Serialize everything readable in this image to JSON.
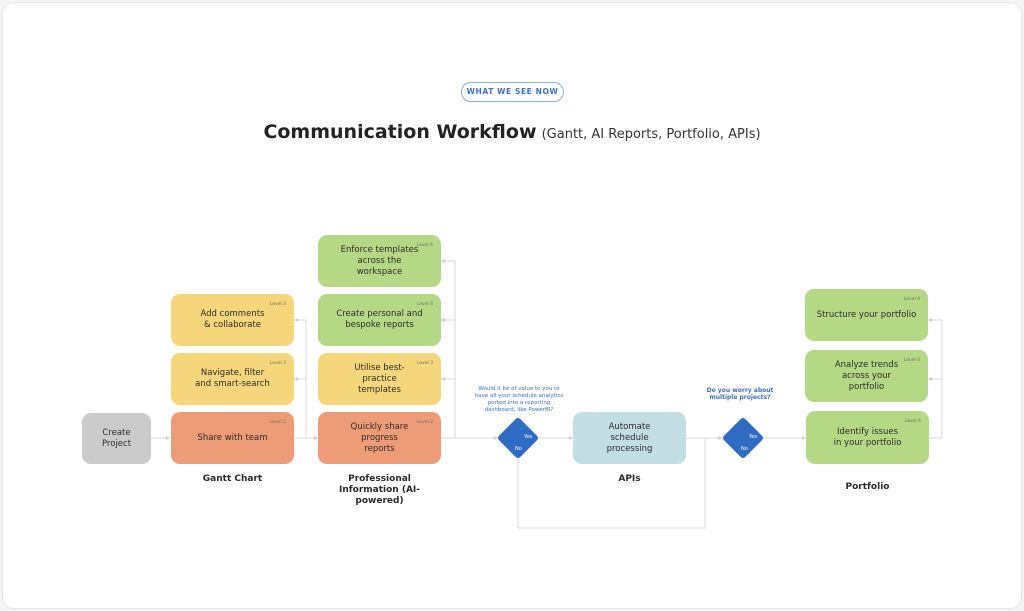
{
  "badge": "WHAT WE SEE NOW",
  "title": {
    "main": "Communication Workflow",
    "sub": "(Gantt, AI Reports, Portfolio, APIs)"
  },
  "start": {
    "label": "Create Project"
  },
  "columns": {
    "gantt": {
      "heading": "Gantt Chart",
      "items": [
        {
          "label": "Add comments & collaborate",
          "level": "Level 3",
          "color": "#f5d67b"
        },
        {
          "label": "Navigate, filter and smart-search",
          "level": "Level 3",
          "color": "#f5d67b"
        },
        {
          "label": "Share with team",
          "level": "Level 2",
          "color": "#ee9c78"
        }
      ]
    },
    "professional": {
      "heading": "Professional Information (AI-powered)",
      "items": [
        {
          "label": "Enforce templates across the workspace",
          "level": "Level 4",
          "color": "#b5d885"
        },
        {
          "label": "Create personal and bespoke reports",
          "level": "Level 4",
          "color": "#b5d885"
        },
        {
          "label": "Utilise best-practice templates",
          "level": "Level 3",
          "color": "#f5d67b"
        },
        {
          "label": "Quickly share progress reports",
          "level": "Level 2",
          "color": "#ee9c78"
        }
      ]
    },
    "apis": {
      "heading": "APIs",
      "items": [
        {
          "label": "Automate schedule processing"
        }
      ]
    },
    "portfolio": {
      "heading": "Portfolio",
      "items": [
        {
          "label": "Structure your portfolio",
          "level": "Level 4",
          "color": "#b5d885"
        },
        {
          "label": "Analyze trends across your portfolio",
          "level": "Level 4",
          "color": "#b5d885"
        },
        {
          "label": "Identify issues in your portfolio",
          "level": "Level 4",
          "color": "#b5d885"
        }
      ]
    }
  },
  "decisions": [
    {
      "question": "Would it be of value to you to have all your schedule analytics ported into a reporting dashboard, like PowerBI?",
      "yes": "Yes",
      "no": "No"
    },
    {
      "question": "Do you worry about multiple projects?",
      "yes": "Yes",
      "no": "No"
    }
  ],
  "colors": {
    "accent_blue": "#2f6bc2",
    "level2": "#ee9c78",
    "level3": "#f5d67b",
    "level4": "#b5d885",
    "api": "#c2dde3",
    "start": "#cbcbcb"
  }
}
